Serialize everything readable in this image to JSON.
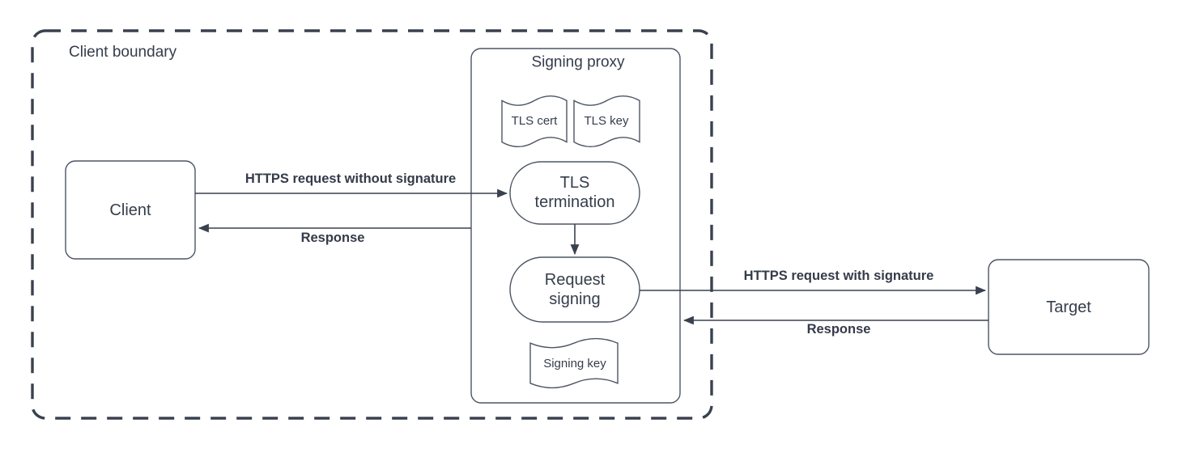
{
  "boundary": {
    "label": "Client boundary"
  },
  "nodes": {
    "client": "Client",
    "target": "Target",
    "signing_proxy_title": "Signing proxy",
    "tls_cert": "TLS cert",
    "tls_key": "TLS key",
    "tls_termination": "TLS\ntermination",
    "request_signing": "Request\nsigning",
    "signing_key": "Signing key"
  },
  "edges": {
    "client_to_proxy": "HTTPS request without signature",
    "proxy_to_client": "Response",
    "proxy_to_target": "HTTPS request with signature",
    "target_to_proxy": "Response"
  },
  "colors": {
    "outline_dark": "#3a414e",
    "shape_stroke": "#4d5564",
    "text": "#353d4b",
    "background": "#ffffff"
  }
}
